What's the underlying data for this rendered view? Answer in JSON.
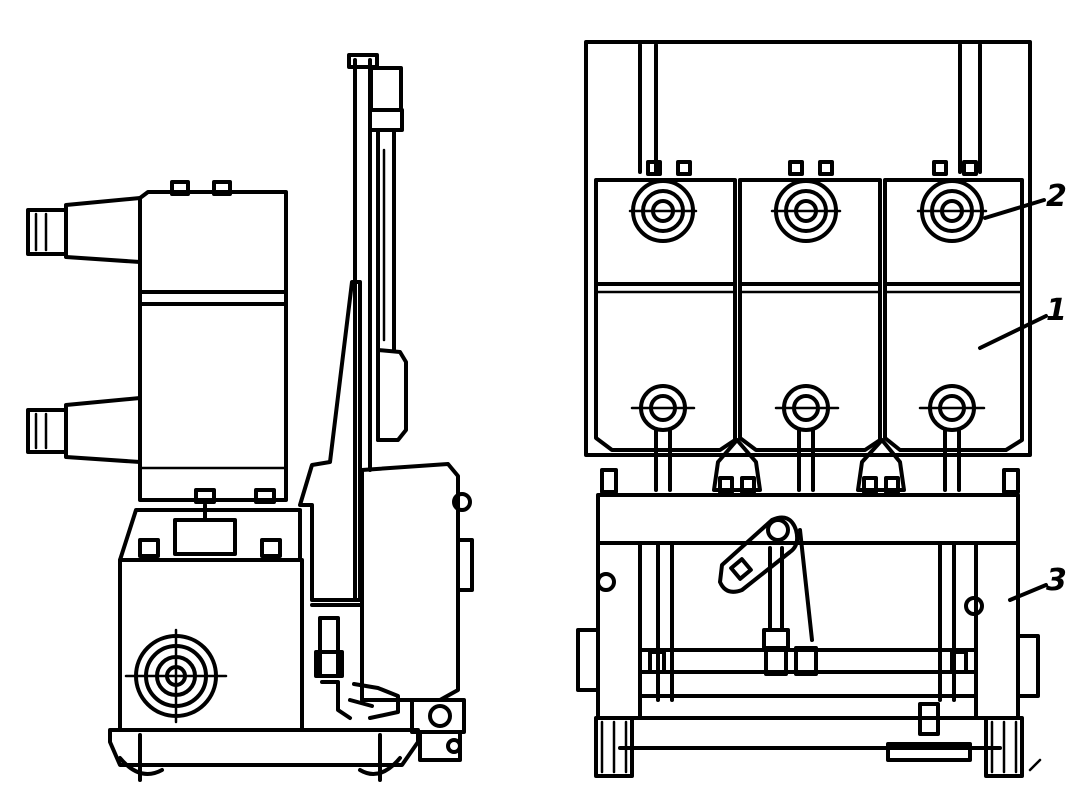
{
  "figure": {
    "views": [
      {
        "id": "side-view"
      },
      {
        "id": "front-view"
      }
    ],
    "callouts": [
      {
        "id": "callout-1",
        "label": "1"
      },
      {
        "id": "callout-2",
        "label": "2"
      },
      {
        "id": "callout-3",
        "label": "3"
      }
    ]
  }
}
